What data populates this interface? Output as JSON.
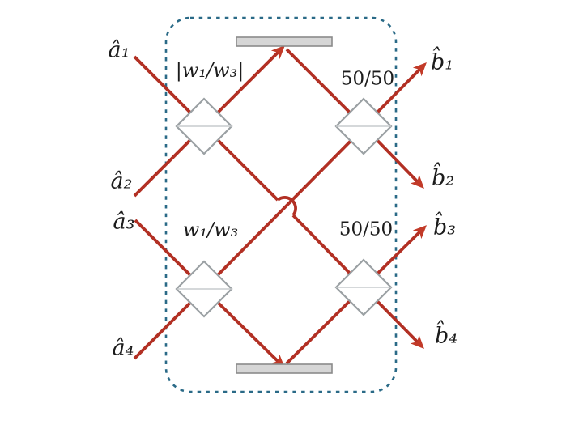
{
  "figure": {
    "kind": "four-mode optical interferometer diagram",
    "labels": {
      "inputs": [
        "â₁",
        "â₂",
        "â₃",
        "â₄"
      ],
      "outputs": [
        "b̂₁",
        "b̂₂",
        "b̂₃",
        "b̂₄"
      ],
      "splitters": {
        "top_left": "|w₁/w₃|",
        "top_right": "50/50",
        "bottom_left": "w₁/w₃",
        "bottom_right": "50/50"
      }
    }
  },
  "colors": {
    "beam": "#b23024",
    "arrow": "#c23a28",
    "dash": "#2a6a87",
    "mirror_fill": "#d6d6d6",
    "mirror_border": "#8a8a8a",
    "bs_border": "#9aa0a3",
    "bs_inner": "#c7cbcd",
    "text": "#1c1c1c"
  }
}
